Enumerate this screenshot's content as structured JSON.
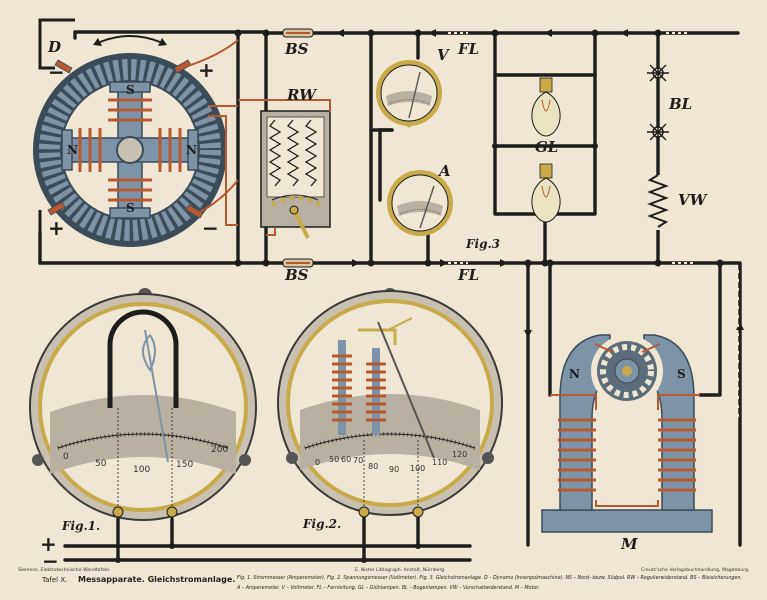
{
  "labels": {
    "dynamo": "D",
    "regulator": "RW",
    "fuse_top": "BS",
    "fuse_bottom": "BS",
    "line_top": "FL",
    "line_bottom": "FL",
    "voltmeter": "V",
    "ammeter": "A",
    "glow_lamps": "GL",
    "arc_lamps": "BL",
    "series_resistor": "VW",
    "fig3": "Fig.3",
    "motor": "M",
    "fig1": "Fig.1.",
    "fig2": "Fig.2."
  },
  "signs": {
    "dyn_tl": "−",
    "dyn_tr": "+",
    "dyn_bl": "+",
    "dyn_br": "−",
    "bottom_plus": "+",
    "bottom_minus": "−"
  },
  "poles": {
    "dyn_top": "S",
    "dyn_bottom": "S",
    "dyn_left": "N",
    "dyn_right": "N",
    "motor_left": "N",
    "motor_right": "S"
  },
  "ammeter_scale": [
    "0",
    "50",
    "100",
    "150",
    "200"
  ],
  "voltmeter_scale": [
    "0",
    "50",
    "60",
    "70",
    "80",
    "90",
    "100",
    "110",
    "120"
  ],
  "footer": {
    "publisher_left": "Siemens, Elektrotechnische Wandtafeln.",
    "printer_center": "E. Nister Lithograph. Anstalt, Nürnberg",
    "publisher_right": "Creutz'sche Verlagsbuchhandlung, Magdeburg.",
    "plate": "Tafel X.",
    "title": "Messapparate. Gleichstromanlage.",
    "legend_line1": "Fig. 1. Strommesser (Amperemeter).  Fig. 2. Spannungsmesser (Voltmeter).  Fig. 3. Gleichstromanlage.  D – Dynamo (Innenpolmaschine).  NS – Nord- bezw. Südpol.  RW – Regulierwiderstand.  BS – Bleisicherungen.",
    "legend_line2": "A – Amperemeter.  V – Voltmeter.  FL – Fernleitung.  GL – Glühlampen.  BL – Bogenlampen.  VW – Vorschaltwiderstand.  M – Motor."
  },
  "colors": {
    "paper": "#efe7d3",
    "wire": "#1d1d1d",
    "copper": "#b8582f",
    "steel": "#7c93a8",
    "brass": "#c9a94a",
    "dial": "#b8b0a0"
  }
}
